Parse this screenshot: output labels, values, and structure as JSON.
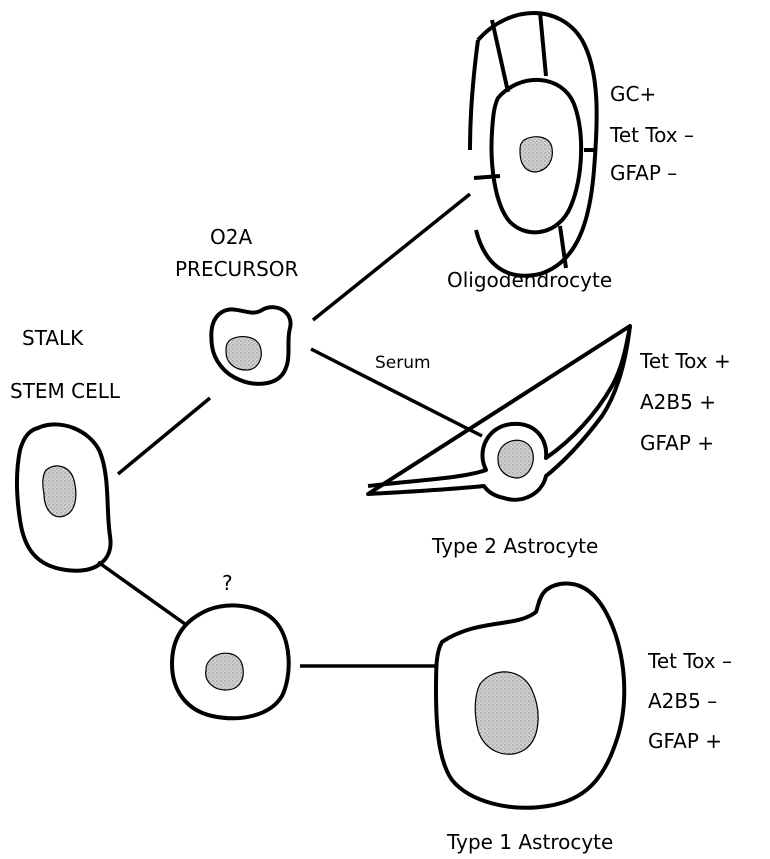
{
  "labels": {
    "stem_line1": "STALK",
    "stem_line2": "STEM CELL",
    "o2a_line1": "O2A",
    "o2a_line2": "PRECURSOR",
    "unknown": "?",
    "serum": "Serum",
    "oligo_name": "Oligodendrocyte",
    "type2_name": "Type 2 Astrocyte",
    "type1_name": "Type 1 Astrocyte"
  },
  "markers": {
    "oligodendrocyte": [
      "GC+",
      "Tet Tox –",
      "GFAP –"
    ],
    "type2": [
      "Tet Tox +",
      "A2B5  +",
      "GFAP +"
    ],
    "type1": [
      "Tet Tox –",
      "A2B5 –",
      "GFAP +"
    ]
  },
  "colors": {
    "ink": "#000000",
    "nucleus_fill": "#c8c8c8",
    "background": "#ffffff"
  }
}
